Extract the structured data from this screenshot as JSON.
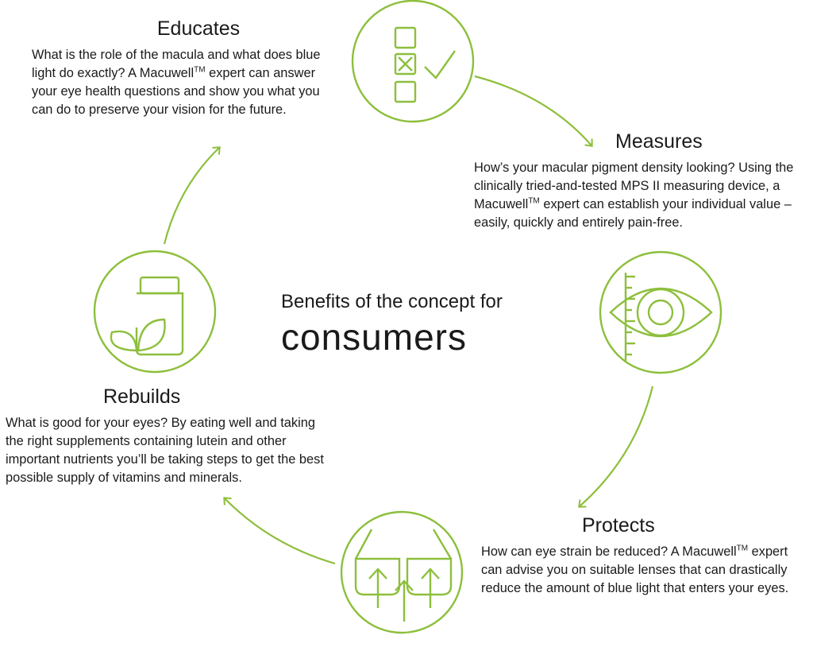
{
  "colors": {
    "accent": "#8dbf3c",
    "text": "#1a1a1a"
  },
  "center": {
    "line1": "Benefits of the concept for",
    "line2": "consumers"
  },
  "steps": [
    {
      "title": "Educates",
      "icon": "checklist-icon",
      "text_a": "What is the role of the macula and what does blue light do exactly? A Macuwell",
      "tm": "TM",
      "text_b": " expert can answer your eye health questions and show you what you can do to preserve your vision for the future."
    },
    {
      "title": "Measures",
      "icon": "eye-measure-icon",
      "text_a": "How’s your macular pigment density looking? Using the clinically tried-and-tested MPS II measuring device, a Macuwell",
      "tm": "TM",
      "text_b": " expert can establish your individual value – easily, quickly and entirely pain-free."
    },
    {
      "title": "Protects",
      "icon": "glasses-icon",
      "text_a": "How can eye strain be reduced? A Macuwell",
      "tm": "TM",
      "text_b": " expert can advise you on suitable lenses that can drastically reduce the amount of blue light that enters your eyes."
    },
    {
      "title": "Rebuilds",
      "icon": "supplement-jar-icon",
      "text_a": "What is good for your eyes? By eating well and taking the right supplements containing lutein and other important nutrients you’ll be taking steps to get the best possible supply of vitamins and minerals.",
      "tm": "",
      "text_b": ""
    }
  ]
}
